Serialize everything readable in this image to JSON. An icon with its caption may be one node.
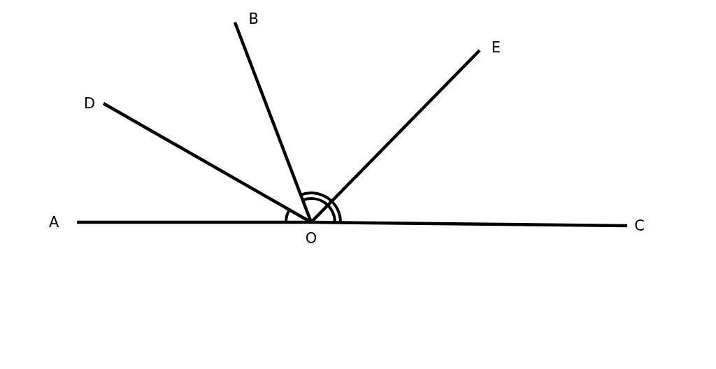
{
  "diagram": {
    "nodes": [
      {
        "text": [
          "O"
        ]
      },
      {
        "text": [
          "A"
        ]
      },
      {
        "text": [
          "B"
        ]
      },
      {
        "text": [
          "C"
        ]
      },
      {
        "text": [
          "D"
        ]
      },
      {
        "text": [
          "E"
        ]
      }
    ],
    "edges": [
      {
        "from": 1,
        "to": 0,
        "arrow": "none"
      },
      {
        "from": 0,
        "to": 3,
        "arrow": "none"
      },
      {
        "from": 0,
        "to": 4,
        "arrow": "none"
      },
      {
        "from": 0,
        "to": 2,
        "arrow": "none"
      },
      {
        "from": 0,
        "to": 5,
        "arrow": "none"
      }
    ]
  }
}
